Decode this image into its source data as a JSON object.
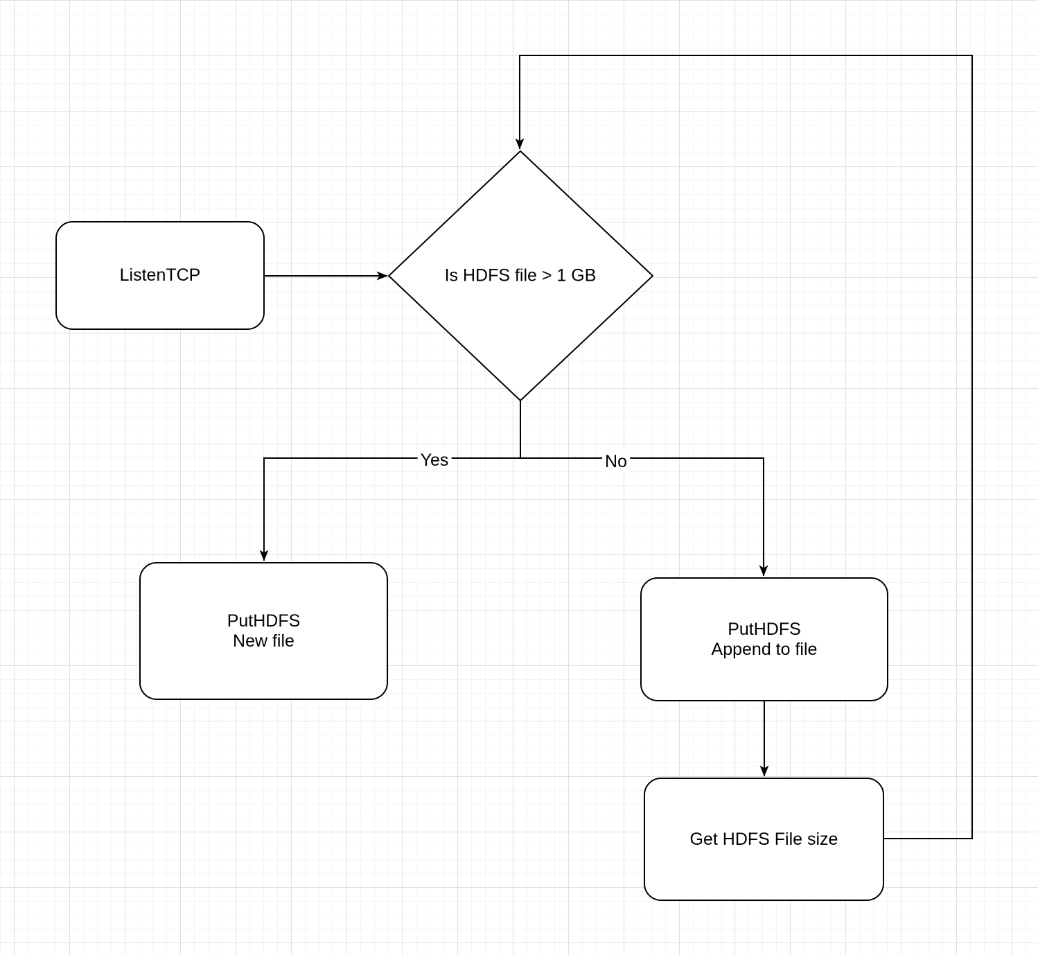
{
  "canvas": {
    "background_color": "#ffffff",
    "grid_minor_color": "#f5f4f5",
    "grid_major_color": "#e0e0e0",
    "node_fill_color": "#ffffff",
    "stroke_color": "#000000",
    "text_color": "#000000"
  },
  "nodes": {
    "listen_tcp": {
      "label": "ListenTCP"
    },
    "decision": {
      "label": "Is HDFS file > 1 GB"
    },
    "put_hdfs_new_file": {
      "line1": "PutHDFS",
      "line2": "New file"
    },
    "put_hdfs_append": {
      "line1": "PutHDFS",
      "line2": "Append to file"
    },
    "get_hdfs_file_size": {
      "label": "Get HDFS File size"
    }
  },
  "edge_labels": {
    "yes": "Yes",
    "no": "No"
  }
}
